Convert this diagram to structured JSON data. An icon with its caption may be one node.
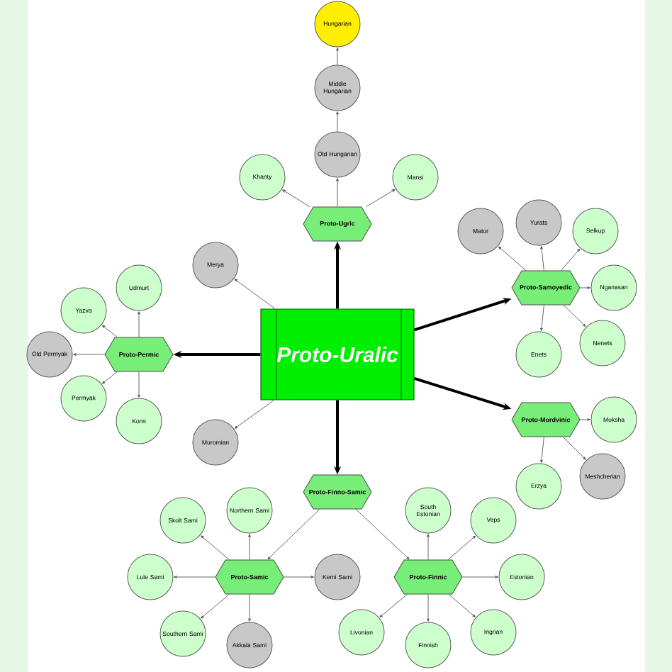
{
  "diagram": {
    "nodes": [
      {
        "text": [
          "Hungarian"
        ]
      },
      {
        "text": [
          "Middle Hungarian"
        ]
      },
      {
        "text": [
          "Old Hungarian"
        ]
      },
      {
        "text": [
          "Khanty"
        ]
      },
      {
        "text": [
          "Mansi"
        ]
      },
      {
        "text": [
          "Proto-Ugric"
        ]
      },
      {
        "text": [
          "Yurats"
        ]
      },
      {
        "text": [
          "Mator"
        ]
      },
      {
        "text": [
          "Selkup"
        ]
      },
      {
        "text": [
          "Merya"
        ]
      },
      {
        "text": [
          "Udmurt"
        ]
      },
      {
        "text": [
          "Proto-Samoyedic"
        ]
      },
      {
        "text": [
          "Nganasan"
        ]
      },
      {
        "text": [
          "Yazva"
        ]
      },
      {
        "text": [
          "Proto-Uralic"
        ]
      },
      {
        "text": [
          "Old Permyak"
        ]
      },
      {
        "text": [
          "Proto-Permic"
        ]
      },
      {
        "text": [
          "Nenets"
        ]
      },
      {
        "text": [
          "Enets"
        ]
      },
      {
        "text": [
          "Permyak"
        ]
      },
      {
        "text": [
          "Komi"
        ]
      },
      {
        "text": [
          "Proto-Mordvinic"
        ]
      },
      {
        "text": [
          "Moksha"
        ]
      },
      {
        "text": [
          "Muromian"
        ]
      },
      {
        "text": [
          "Meshcherian"
        ]
      },
      {
        "text": [
          "Erzya"
        ]
      },
      {
        "text": [
          "Proto-Finno-Samic"
        ]
      },
      {
        "text": [
          "Northern Sami"
        ]
      },
      {
        "text": [
          "South Estonian"
        ]
      },
      {
        "text": [
          "Skolt Sami"
        ]
      },
      {
        "text": [
          "Veps"
        ]
      },
      {
        "text": [
          "Lule Sami"
        ]
      },
      {
        "text": [
          "Proto-Samic"
        ]
      },
      {
        "text": [
          "Kemi Sami"
        ]
      },
      {
        "text": [
          "Proto-Finnic"
        ]
      },
      {
        "text": [
          "Estonian"
        ]
      },
      {
        "text": [
          "Southern Sami"
        ]
      },
      {
        "text": [
          "Livonian"
        ]
      },
      {
        "text": [
          "Ingrian"
        ]
      },
      {
        "text": [
          "Akkala Sami"
        ]
      },
      {
        "text": [
          "Finnish"
        ]
      }
    ],
    "edges": [
      {
        "from": 14,
        "to": 5,
        "arrow": "to",
        "style": "thick"
      },
      {
        "from": 14,
        "to": 11,
        "arrow": "to",
        "style": "thick"
      },
      {
        "from": 14,
        "to": 21,
        "arrow": "to",
        "style": "thick"
      },
      {
        "from": 14,
        "to": 26,
        "arrow": "to",
        "style": "thick"
      },
      {
        "from": 14,
        "to": 16,
        "arrow": "to",
        "style": "thick"
      },
      {
        "from": 14,
        "to": 9,
        "arrow": "to"
      },
      {
        "from": 14,
        "to": 23,
        "arrow": "to"
      },
      {
        "from": 5,
        "to": 2,
        "arrow": "to"
      },
      {
        "from": 2,
        "to": 1,
        "arrow": "to"
      },
      {
        "from": 1,
        "to": 0,
        "arrow": "to"
      },
      {
        "from": 5,
        "to": 3,
        "arrow": "to"
      },
      {
        "from": 5,
        "to": 4,
        "arrow": "to"
      },
      {
        "from": 11,
        "to": 7,
        "arrow": "to"
      },
      {
        "from": 11,
        "to": 6,
        "arrow": "to"
      },
      {
        "from": 11,
        "to": 8,
        "arrow": "to"
      },
      {
        "from": 11,
        "to": 12,
        "arrow": "to"
      },
      {
        "from": 11,
        "to": 17,
        "arrow": "to"
      },
      {
        "from": 11,
        "to": 18,
        "arrow": "to"
      },
      {
        "from": 21,
        "to": 22,
        "arrow": "to"
      },
      {
        "from": 21,
        "to": 24,
        "arrow": "to"
      },
      {
        "from": 21,
        "to": 25,
        "arrow": "to"
      },
      {
        "from": 16,
        "to": 10,
        "arrow": "to"
      },
      {
        "from": 16,
        "to": 13,
        "arrow": "to"
      },
      {
        "from": 16,
        "to": 15,
        "arrow": "to"
      },
      {
        "from": 16,
        "to": 19,
        "arrow": "to"
      },
      {
        "from": 16,
        "to": 20,
        "arrow": "to"
      },
      {
        "from": 26,
        "to": 32,
        "arrow": "to"
      },
      {
        "from": 26,
        "to": 34,
        "arrow": "to"
      },
      {
        "from": 32,
        "to": 29,
        "arrow": "to"
      },
      {
        "from": 32,
        "to": 27,
        "arrow": "to"
      },
      {
        "from": 32,
        "to": 31,
        "arrow": "to"
      },
      {
        "from": 32,
        "to": 36,
        "arrow": "to"
      },
      {
        "from": 32,
        "to": 39,
        "arrow": "to"
      },
      {
        "from": 32,
        "to": 33,
        "arrow": "to"
      },
      {
        "from": 34,
        "to": 28,
        "arrow": "to"
      },
      {
        "from": 34,
        "to": 30,
        "arrow": "to"
      },
      {
        "from": 34,
        "to": 35,
        "arrow": "to"
      },
      {
        "from": 34,
        "to": 38,
        "arrow": "to"
      },
      {
        "from": 34,
        "to": 40,
        "arrow": "to"
      },
      {
        "from": 34,
        "to": 37,
        "arrow": "to"
      }
    ]
  }
}
